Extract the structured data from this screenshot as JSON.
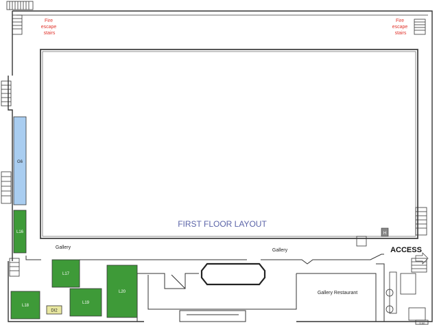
{
  "title": "FIRST FLOOR LAYOUT",
  "access": "ACCESS",
  "labels": {
    "fire_stairs_left": [
      "Fire",
      "escape",
      "stairs"
    ],
    "fire_stairs_right": [
      "Fire",
      "escape",
      "stairs"
    ],
    "gallery_left": "Gallery",
    "gallery_center": "Gallery",
    "gallery_restaurant": "Gallery Restaurant",
    "extra_1": "H",
    "extra_2": "1180"
  },
  "rooms": [
    {
      "id": "G6",
      "label": "G6",
      "color": "#a9cdf0"
    },
    {
      "id": "L16",
      "label": "L16",
      "color": "#3e9a38"
    },
    {
      "id": "L17",
      "label": "L17",
      "color": "#3e9a38"
    },
    {
      "id": "L18",
      "label": "L18",
      "color": "#3e9a38"
    },
    {
      "id": "L19",
      "label": "L19",
      "color": "#3e9a38"
    },
    {
      "id": "L20",
      "label": "L20",
      "color": "#3e9a38"
    },
    {
      "id": "DI2",
      "label": "DI2",
      "color": "#e8e7a0"
    }
  ],
  "colors": {
    "title": "#5b64a8",
    "fire_text": "#e0332b",
    "wall": "#333333"
  }
}
